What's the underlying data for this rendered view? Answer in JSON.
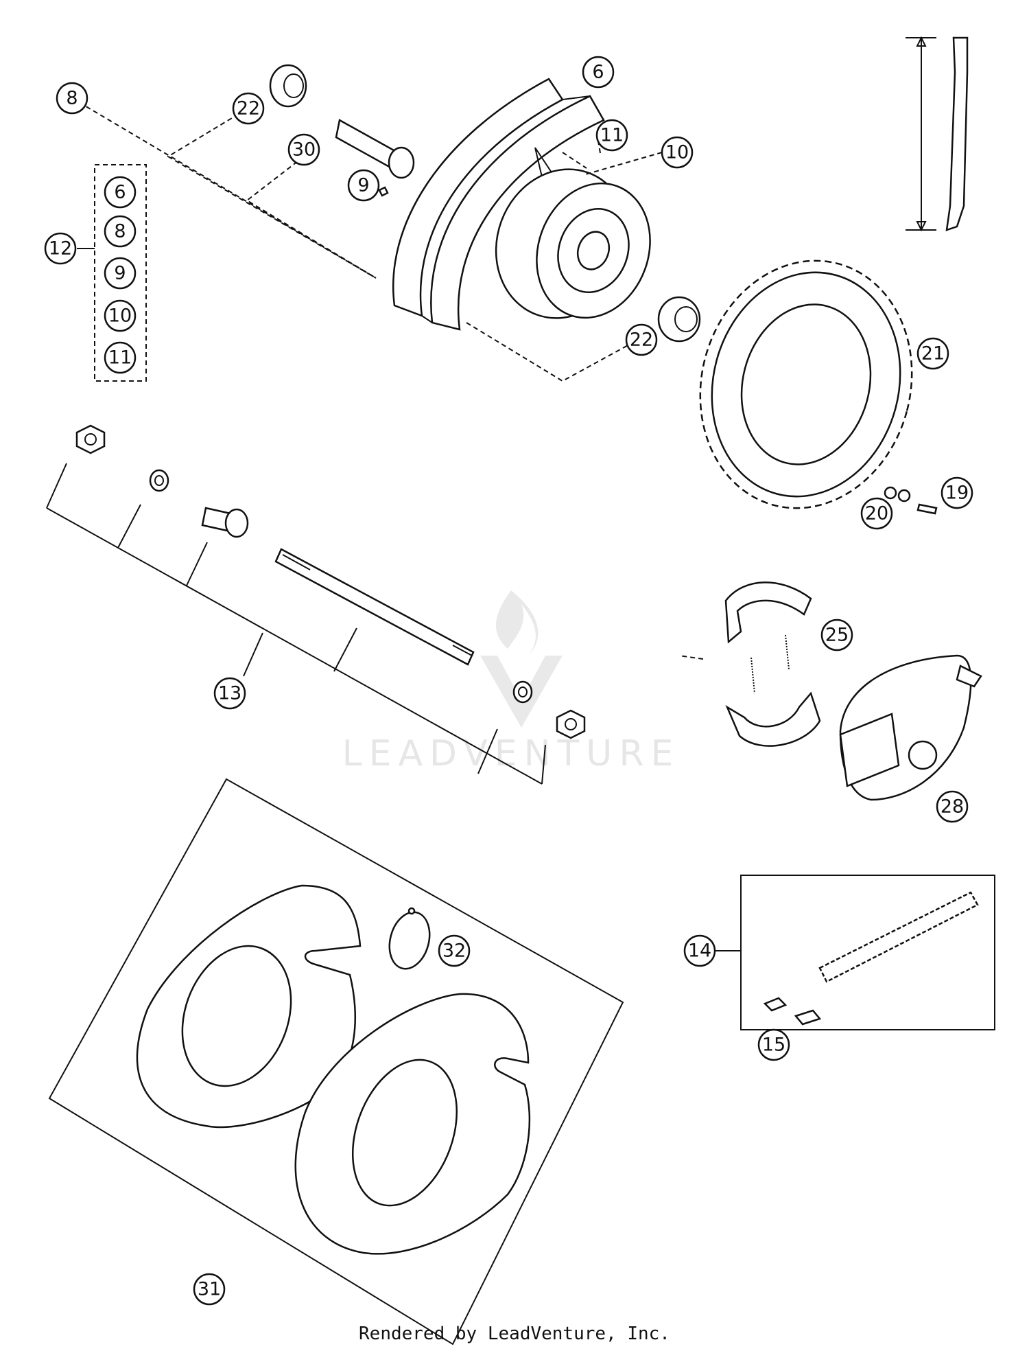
{
  "callouts": {
    "c6": "6",
    "c8": "8",
    "c9": "9",
    "c10": "10",
    "c11": "11",
    "c12": "12",
    "c13": "13",
    "c14": "14",
    "c15": "15",
    "c19": "19",
    "c20": "20",
    "c21": "21",
    "c22a": "22",
    "c22b": "22",
    "c25": "25",
    "c28": "28",
    "c30": "30",
    "c31": "31",
    "c32": "32"
  },
  "kit_group": [
    "6",
    "8",
    "9",
    "10",
    "11"
  ],
  "watermark": "LEADVENTURE",
  "footer": "Rendered by LeadVenture, Inc."
}
